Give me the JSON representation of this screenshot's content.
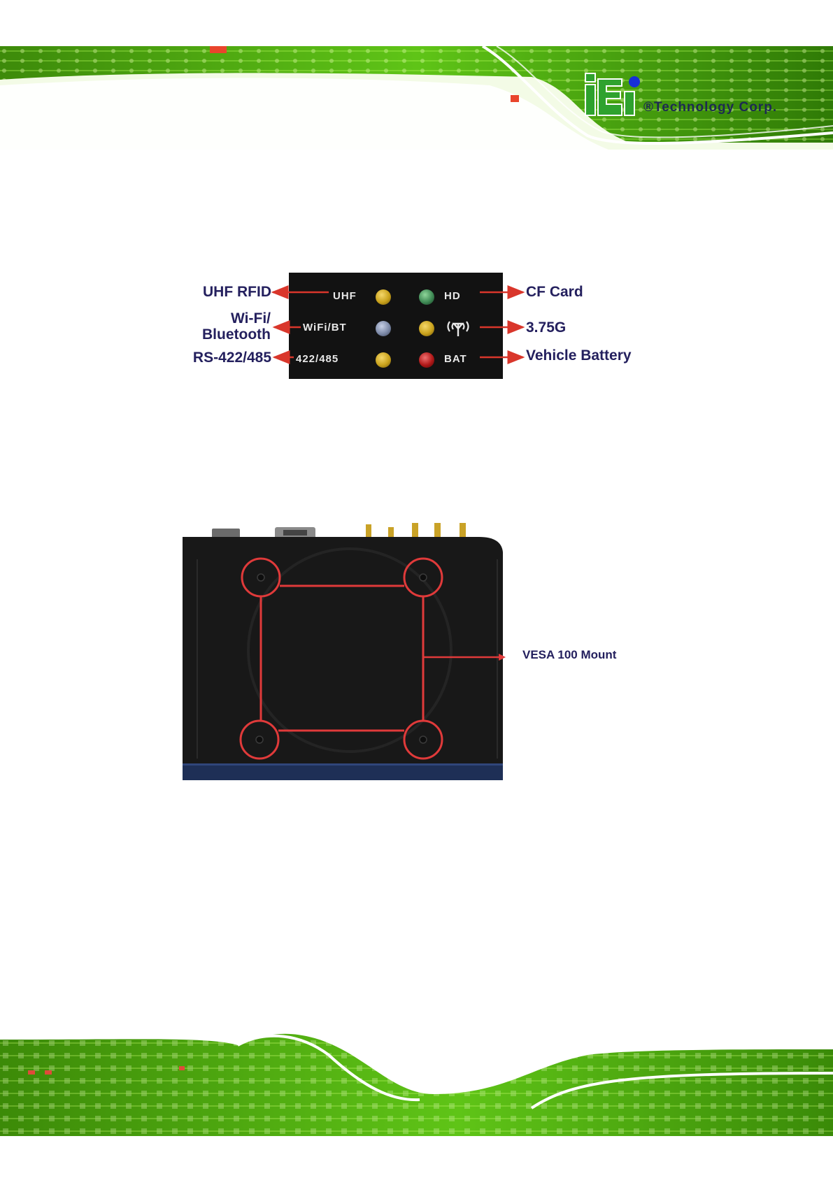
{
  "brand": {
    "logo_letters": "iEi",
    "registered_mark": "®",
    "company_name": "Technology Corp",
    "period": "."
  },
  "led_panel": {
    "left_leds": [
      {
        "text": "UHF",
        "color": "#c9a21c"
      },
      {
        "text": "WiFi/BT",
        "color": "#7d8aa8"
      },
      {
        "text": "422/485",
        "color": "#c9a21c"
      }
    ],
    "right_leds": [
      {
        "text": "HD",
        "color": "#3f8a55"
      },
      {
        "icon": "antenna-icon",
        "color": "#c9a21c"
      },
      {
        "text": "BAT",
        "color": "#b01818"
      }
    ],
    "left_labels": [
      "UHF RFID",
      "Wi-Fi/",
      "Bluetooth",
      "RS-422/485"
    ],
    "right_labels": [
      "CF Card",
      "3.75G",
      "Vehicle Battery"
    ],
    "arrow_color": "#d9362b"
  },
  "vesa_figure": {
    "callout_label": "VESA 100 Mount",
    "highlight_color": "#e03a3a"
  }
}
